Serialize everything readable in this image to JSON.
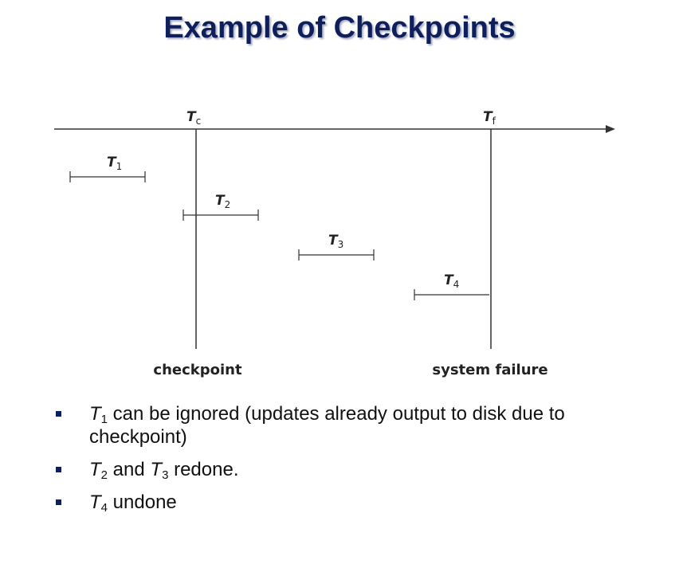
{
  "slide": {
    "title": "Example of Checkpoints"
  },
  "diagram": {
    "time_markers": [
      {
        "label": "T",
        "sub": "c"
      },
      {
        "label": "T",
        "sub": "f"
      }
    ],
    "transactions": [
      {
        "label": "T",
        "sub": "1"
      },
      {
        "label": "T",
        "sub": "2"
      },
      {
        "label": "T",
        "sub": "3"
      },
      {
        "label": "T",
        "sub": "4"
      }
    ],
    "event_labels": {
      "checkpoint": "checkpoint",
      "failure": "system failure"
    }
  },
  "bullets": [
    {
      "t": "T",
      "sub": "1",
      "text": " can be ignored (updates already output to disk due to checkpoint)"
    },
    {
      "t": "T",
      "sub": "2",
      "mid": " and ",
      "t2": "T",
      "sub2": "3",
      "text": " redone."
    },
    {
      "t": "T",
      "sub": "4",
      "text": " undone"
    }
  ],
  "colors": {
    "title": "#0f1f5c",
    "bullet": "#0f1f5c",
    "line": "#333333"
  }
}
